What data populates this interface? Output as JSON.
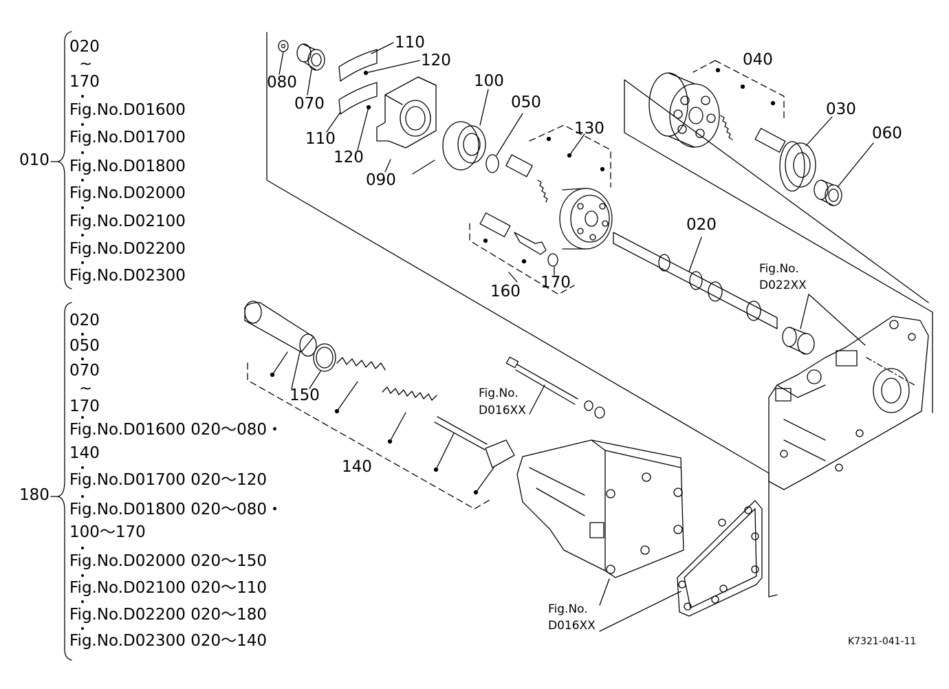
{
  "group1": {
    "code": "010",
    "lines": [
      "020",
      "~",
      "170",
      "Fig.No.D01600",
      "Fig.No.D01700",
      "Fig.No.D01800",
      "Fig.No.D02000",
      "Fig.No.D02100",
      "Fig.No.D02200",
      "Fig.No.D02300"
    ]
  },
  "group2": {
    "code": "180",
    "lines": [
      "020",
      "050",
      "070",
      "~",
      "170",
      "Fig.No.D01600  020～080・",
      "140",
      "Fig.No.D01700  020～120",
      "Fig.No.D01800  020～080・",
      "100～170",
      "Fig.No.D02000  020～150",
      "Fig.No.D02100  020～110",
      "Fig.No.D02200  020～180",
      "Fig.No.D02300  020～140"
    ]
  },
  "callouts": {
    "c080": "080",
    "c070": "070",
    "c110a": "110",
    "c120a": "120",
    "c110b": "110",
    "c120b": "120",
    "c090": "090",
    "c100": "100",
    "c050": "050",
    "c130": "130",
    "c160": "160",
    "c170": "170",
    "c020": "020",
    "c040": "040",
    "c030": "030",
    "c060": "060",
    "c150": "150",
    "c140": "140"
  },
  "refs": {
    "figno": "Fig.No.",
    "d022": "D022XX",
    "d016a": "D016XX",
    "d016b": "D016XX"
  },
  "drawing_code": "K7321-041-11"
}
